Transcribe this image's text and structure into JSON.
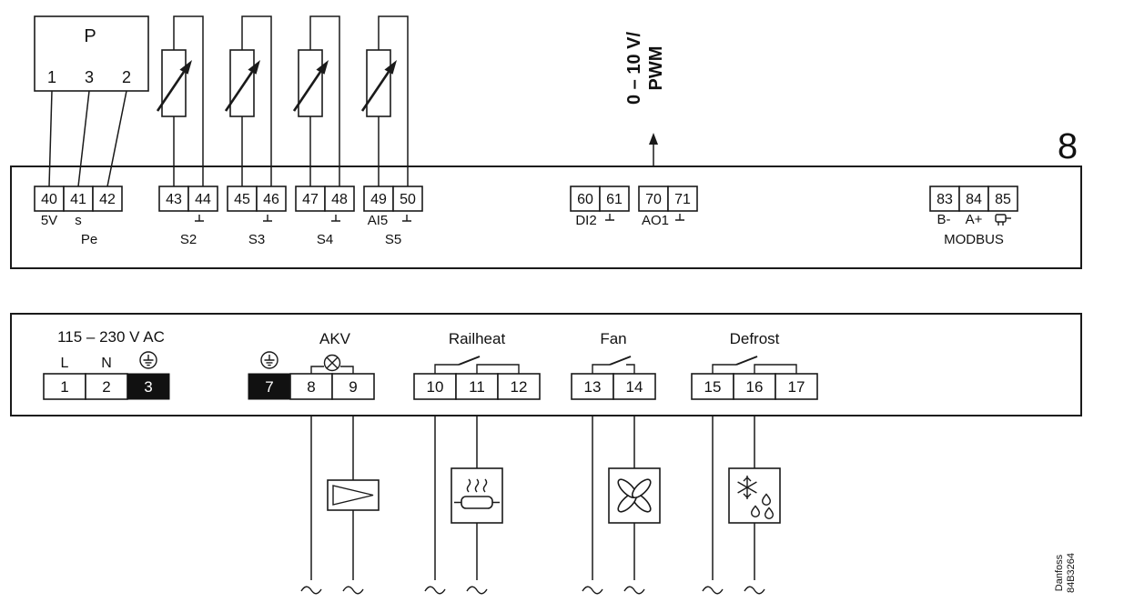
{
  "figure_number": "8",
  "credit": {
    "brand": "Danfoss",
    "code": "84B3264"
  },
  "pressure_transmitter": {
    "label": "P",
    "pins": [
      "1",
      "3",
      "2"
    ]
  },
  "analog_output_arrow": {
    "line1": "0 – 10 V/",
    "line2": "PWM"
  },
  "upper_terminals": {
    "t40": "40",
    "t41": "41",
    "t42": "42",
    "t43": "43",
    "t44": "44",
    "t45": "45",
    "t46": "46",
    "t47": "47",
    "t48": "48",
    "t49": "49",
    "t50": "50",
    "t60": "60",
    "t61": "61",
    "t70": "70",
    "t71": "71",
    "t83": "83",
    "t84": "84",
    "t85": "85",
    "label_5v": "5V",
    "label_s": "s",
    "label_pe": "Pe",
    "label_s2": "S2",
    "label_s3": "S3",
    "label_s4": "S4",
    "label_ai5": "AI5",
    "label_s5": "S5",
    "label_di2": "DI2",
    "label_ao1": "AO1",
    "label_b_minus": "B-",
    "label_a_plus": "A+",
    "label_modbus": "MODBUS"
  },
  "lower_terminals": {
    "supply_label": "115 – 230 V AC",
    "label_l": "L",
    "label_n": "N",
    "t1": "1",
    "t2": "2",
    "t3": "3",
    "t7": "7",
    "t8": "8",
    "t9": "9",
    "t10": "10",
    "t11": "11",
    "t12": "12",
    "t13": "13",
    "t14": "14",
    "t15": "15",
    "t16": "16",
    "t17": "17",
    "akv_label": "AKV",
    "railheat_label": "Railheat",
    "fan_label": "Fan",
    "defrost_label": "Defrost"
  }
}
